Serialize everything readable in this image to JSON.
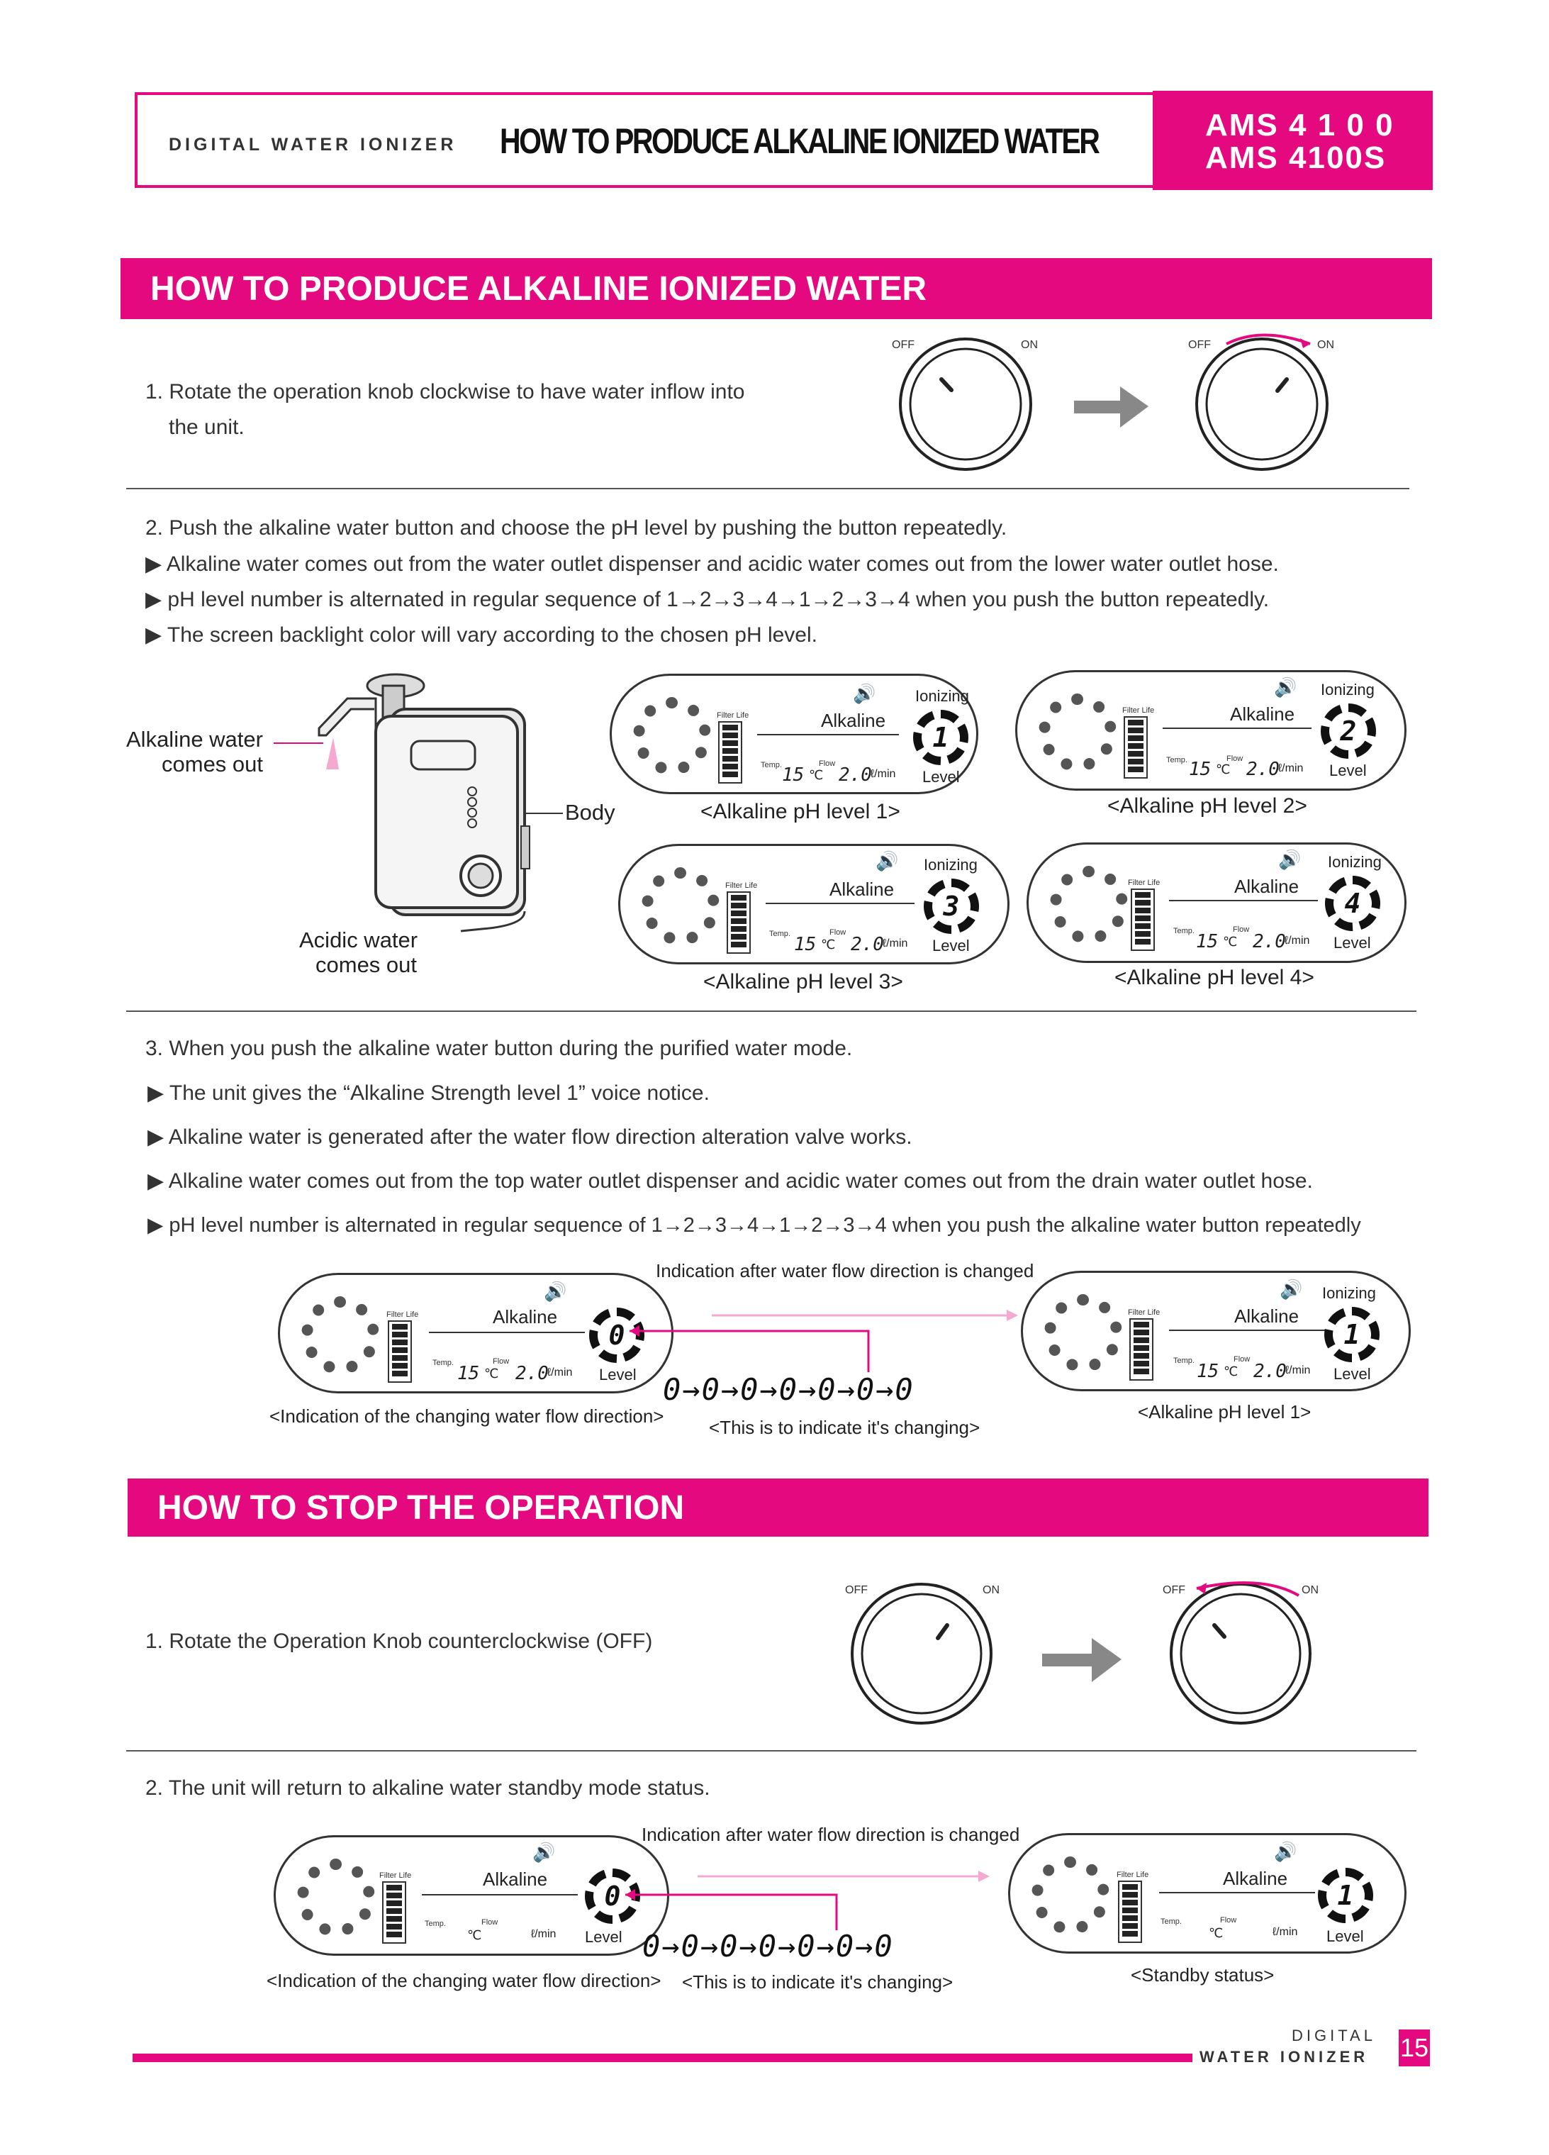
{
  "header": {
    "brand": "DIGITAL WATER IONIZER",
    "title": "HOW TO PRODUCE ALKALINE IONIZED WATER",
    "model_1": "AMS 4 1 0 0",
    "model_2": "AMS 4100S"
  },
  "section1": {
    "title": "HOW TO PRODUCE ALKALINE IONIZED WATER",
    "step1_line1": "1. Rotate the operation knob clockwise to have water inflow into",
    "step1_line2": "the unit.",
    "knob_off": "OFF",
    "knob_on": "ON",
    "step2": "2. Push the alkaline water button and choose the pH level by pushing the button repeatedly.",
    "bullet1": "▶  Alkaline water comes out from the water outlet dispenser and acidic water comes out from the lower water outlet hose.",
    "bullet2": "▶  pH level number is alternated in regular sequence of 1→2→3→4→1→2→3→4 when you push the button repeatedly.",
    "bullet3": "▶  The screen backlight color will vary according to the chosen pH level.",
    "device_label_alkaline_1": "Alkaline water",
    "device_label_alkaline_2": "comes out",
    "device_label_body": "Body",
    "device_label_acidic_1": "Acidic water",
    "device_label_acidic_2": "comes out",
    "panel_labels": {
      "ionizing": "Ionizing",
      "filter_life": "Filter Life",
      "alkaline": "Alkaline",
      "temp": "Temp.",
      "flow": "Flow",
      "temp_value": "15",
      "temp_unit": "℃",
      "flow_value": "2.0",
      "flow_unit": "ℓ/min",
      "level": "Level"
    },
    "panels": [
      {
        "level_digit": "1",
        "caption": "<Alkaline pH level 1>"
      },
      {
        "level_digit": "2",
        "caption": "<Alkaline pH level 2>"
      },
      {
        "level_digit": "3",
        "caption": "<Alkaline pH level 3>"
      },
      {
        "level_digit": "4",
        "caption": "<Alkaline pH level 4>"
      }
    ],
    "step3": "3. When you push the alkaline water button during the purified water mode.",
    "step3_bullet1": "▶  The unit gives the “Alkaline Strength level 1” voice notice.",
    "step3_bullet2": "▶  Alkaline water is generated after the water flow direction alteration valve works.",
    "step3_bullet3": "▶  Alkaline water comes out from the top water outlet dispenser and acidic water comes out from the drain water outlet hose.",
    "step3_bullet4": "▶  pH level number is alternated in regular sequence of 1→2→3→4→1→2→3→4 when you push the alkaline water button repeatedly",
    "flow_change_caption": "Indication after water flow direction is changed",
    "changing_caption": "<Indication of the changing water flow direction>",
    "changing_sequence_caption": "<This is to indicate it's changing>",
    "changing_level_digit": "0",
    "result_caption": "<Alkaline pH level 1>",
    "result_level_digit": "1"
  },
  "section2": {
    "title": "HOW TO STOP THE OPERATION",
    "step1": "1. Rotate the Operation Knob counterclockwise (OFF)",
    "step2": "2. The unit will return to alkaline water standby mode status.",
    "flow_change_caption": "Indication after water flow direction is changed",
    "changing_caption": "<Indication of the changing water flow direction>",
    "changing_sequence_caption": "<This is to indicate it's changing>",
    "standby_caption": "<Standby status>",
    "changing_level_digit": "0",
    "standby_level_digit": "1"
  },
  "footer": {
    "brand_1": "DIGITAL",
    "brand_2": "WATER IONIZER",
    "page_number": "15"
  },
  "colors": {
    "accent": "#e5097f",
    "text": "#333333"
  }
}
